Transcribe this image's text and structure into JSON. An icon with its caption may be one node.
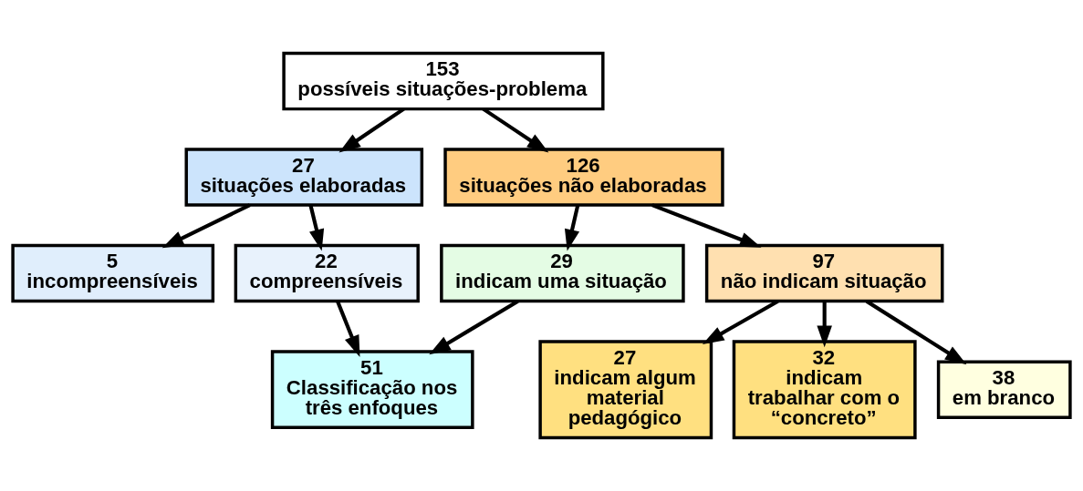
{
  "diagram": {
    "nodes": [
      {
        "text": [
          "153",
          "possíveis situações-problema"
        ]
      },
      {
        "text": [
          "27",
          "situações elaboradas"
        ]
      },
      {
        "text": [
          "126",
          "situações não elaboradas"
        ]
      },
      {
        "text": [
          "5",
          "incompreensíveis"
        ]
      },
      {
        "text": [
          "22",
          "compreensíveis"
        ]
      },
      {
        "text": [
          "29",
          "indicam uma situação"
        ]
      },
      {
        "text": [
          "97",
          "não indicam situação"
        ]
      },
      {
        "text": [
          "51",
          "Classificação nos três enfoques"
        ]
      },
      {
        "text": [
          "27",
          "indicam algum material pedagógico"
        ]
      },
      {
        "text": [
          "32",
          "indicam trabalhar com o “concreto”"
        ]
      },
      {
        "text": [
          "38",
          "em branco"
        ]
      }
    ],
    "edges": [
      {
        "from": 0,
        "to": 1,
        "arrow": "to"
      },
      {
        "from": 0,
        "to": 2,
        "arrow": "to"
      },
      {
        "from": 1,
        "to": 3,
        "arrow": "to"
      },
      {
        "from": 1,
        "to": 4,
        "arrow": "to"
      },
      {
        "from": 2,
        "to": 5,
        "arrow": "to"
      },
      {
        "from": 2,
        "to": 6,
        "arrow": "to"
      },
      {
        "from": 4,
        "to": 7,
        "arrow": "to"
      },
      {
        "from": 5,
        "to": 7,
        "arrow": "to"
      },
      {
        "from": 6,
        "to": 8,
        "arrow": "to"
      },
      {
        "from": 6,
        "to": 9,
        "arrow": "to"
      },
      {
        "from": 6,
        "to": 10,
        "arrow": "to"
      }
    ]
  }
}
